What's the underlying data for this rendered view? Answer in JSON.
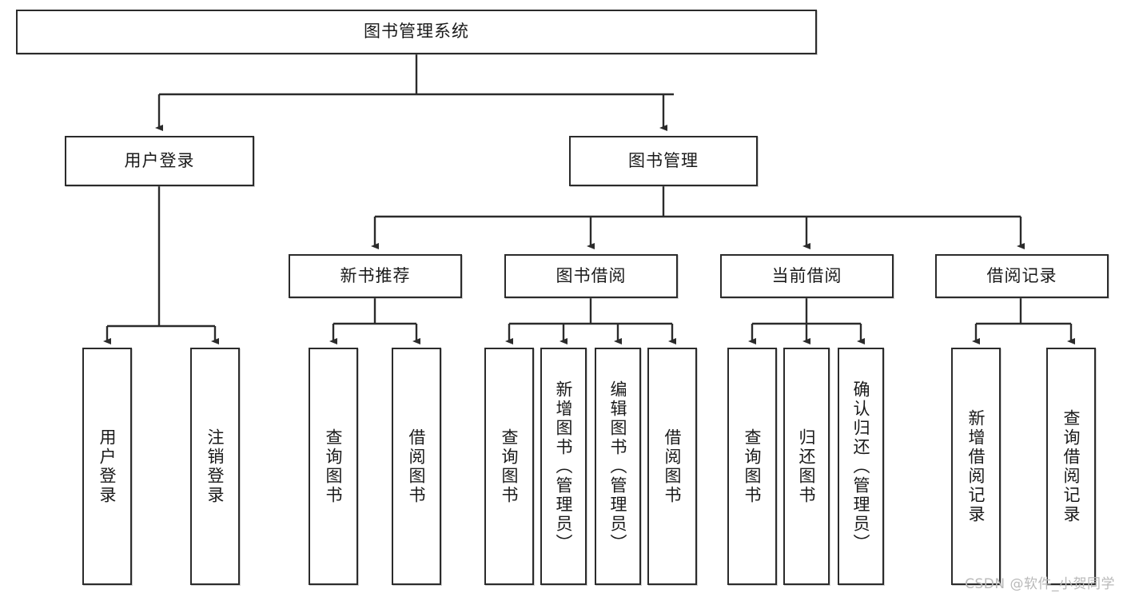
{
  "diagram": {
    "type": "tree",
    "title": "图书管理系统",
    "orientation": "top-down",
    "colors": {
      "box_border": "#2b2b2b",
      "box_fill": "#ffffff",
      "edge": "#2b2b2b",
      "text": "#1a1a1a",
      "watermark": "#b9b9b9"
    },
    "levels": 4
  },
  "root": {
    "label": "图书管理系统"
  },
  "level1": [
    {
      "label": "用户登录"
    },
    {
      "label": "图书管理"
    }
  ],
  "level2": [
    {
      "label": "新书推荐"
    },
    {
      "label": "图书借阅"
    },
    {
      "label": "当前借阅"
    },
    {
      "label": "借阅记录"
    }
  ],
  "leaves": {
    "user_login": [
      {
        "label": "用户登录"
      },
      {
        "label": "注销登录"
      }
    ],
    "new_book_recommend": [
      {
        "label": "查询图书"
      },
      {
        "label": "借阅图书"
      }
    ],
    "book_borrow": [
      {
        "label": "查询图书"
      },
      {
        "label": "新增图书（管理员）"
      },
      {
        "label": "编辑图书（管理员）"
      },
      {
        "label": "借阅图书"
      }
    ],
    "current_borrow": [
      {
        "label": "查询图书"
      },
      {
        "label": "归还图书"
      },
      {
        "label": "确认归还（管理员）"
      }
    ],
    "borrow_record": [
      {
        "label": "新增借阅记录"
      },
      {
        "label": "查询借阅记录"
      }
    ]
  },
  "watermark": {
    "text": "CSDN @软件_小贺同学"
  }
}
